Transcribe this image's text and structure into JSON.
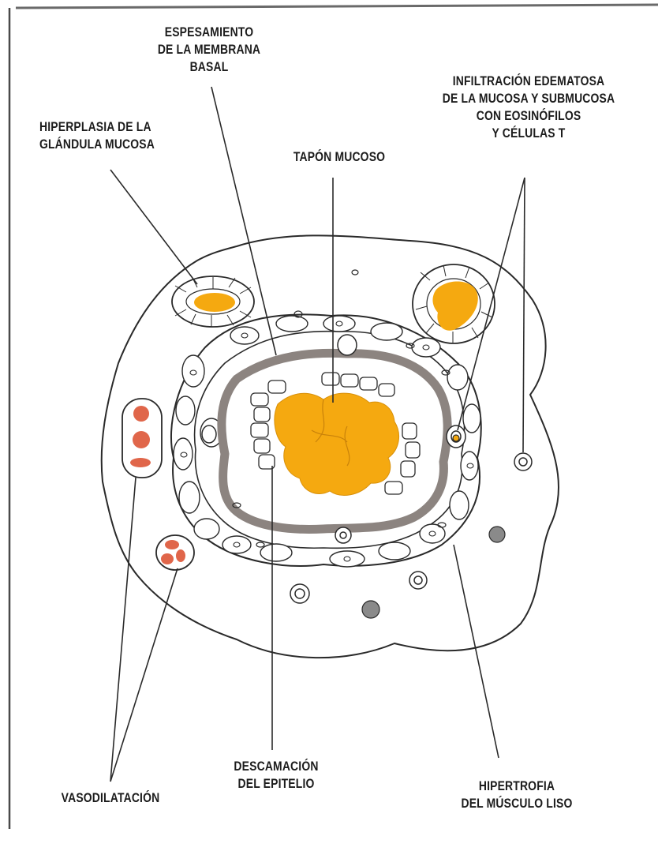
{
  "labels": {
    "espesamiento": [
      "ESPESAMIENTO",
      "DE LA MEMBRANA",
      "BASAL"
    ],
    "hiperplasia": [
      "HIPERPLASIA DE LA",
      "GLÁNDULA MUCOSA"
    ],
    "tapon": [
      "TAPÓN MUCOSO"
    ],
    "infiltracion": [
      "INFILTRACIÓN EDEMATOSA",
      "DE LA MUCOSA Y SUBMUCOSA",
      "CON EOSINÓFILOS",
      "Y CÉLULAS T"
    ],
    "vasodilatacion": [
      "VASODILATACIÓN"
    ],
    "descamacion": [
      "DESCAMACIÓN",
      "DEL EPITELIO"
    ],
    "hipertrofia": [
      "HIPERTROFIA",
      "DEL MÚSCULO LISO"
    ]
  },
  "colors": {
    "mucus": "#f5a910",
    "basement_membrane": "#8c8480",
    "blood_cell": "#e0664a",
    "outline": "#2a2a2a",
    "background": "#ffffff"
  }
}
